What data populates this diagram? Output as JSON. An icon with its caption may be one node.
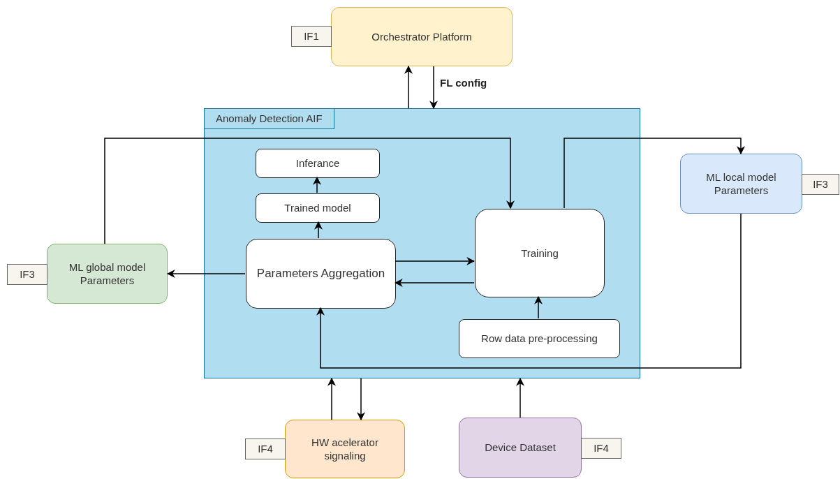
{
  "diagram": {
    "nodes": [
      {
        "text": [
          "Orchestrator Platform"
        ]
      },
      {
        "text": [
          "IF1"
        ]
      },
      {
        "text": [
          "Anomaly Detection AIF"
        ]
      },
      {
        "text": [
          "Inferance"
        ],
        "in": 2
      },
      {
        "text": [
          "Trained model"
        ],
        "in": 2
      },
      {
        "text": [
          "Parameters Aggregation"
        ],
        "in": 2
      },
      {
        "text": [
          "Training"
        ],
        "in": 2
      },
      {
        "text": [
          "Row data pre-processing"
        ],
        "in": 2
      },
      {
        "text": [
          "ML global model Parameters"
        ]
      },
      {
        "text": [
          "IF3"
        ]
      },
      {
        "text": [
          "ML local model Parameters"
        ]
      },
      {
        "text": [
          "IF3"
        ]
      },
      {
        "text": [
          "HW acelerator signaling"
        ]
      },
      {
        "text": [
          "IF4"
        ]
      },
      {
        "text": [
          "Device Dataset"
        ]
      },
      {
        "text": [
          "IF4"
        ]
      }
    ],
    "edges": [
      {
        "from": 2,
        "to": 0,
        "arrow": "to"
      },
      {
        "from": 0,
        "to": 2,
        "arrow": "to",
        "label": "FL config"
      },
      {
        "from": 4,
        "to": 3,
        "arrow": "to"
      },
      {
        "from": 5,
        "to": 4,
        "arrow": "to"
      },
      {
        "from": 5,
        "to": 8,
        "arrow": "to"
      },
      {
        "from": 8,
        "to": 6,
        "arrow": "to"
      },
      {
        "from": 6,
        "to": 10,
        "arrow": "to"
      },
      {
        "from": 10,
        "to": 5,
        "arrow": "to"
      },
      {
        "from": 5,
        "to": 6,
        "arrow": "to"
      },
      {
        "from": 6,
        "to": 5,
        "arrow": "to"
      },
      {
        "from": 7,
        "to": 6,
        "arrow": "to"
      },
      {
        "from": 12,
        "to": 2,
        "arrow": "to"
      },
      {
        "from": 2,
        "to": 12,
        "arrow": "to"
      },
      {
        "from": 14,
        "to": 2,
        "arrow": "to"
      }
    ]
  }
}
